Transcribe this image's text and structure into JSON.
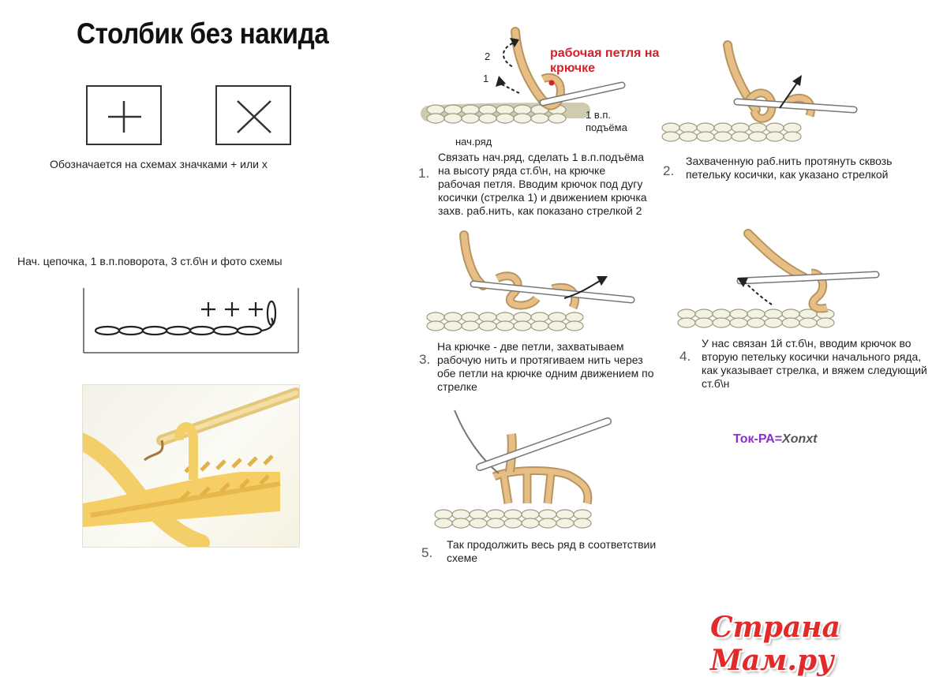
{
  "title": "Столбик без накида",
  "symbols_caption": "Обозначается на  схемах значками + или х",
  "scheme_caption": "Нач. цепочка, 1 в.п.поворота, 3 ст.б\\н и фото схемы",
  "step1": {
    "num": "1.",
    "text": "Связать нач.ряд, сделать 1 в.п.подъёма на высоту ряда ст.б\\н, на крючке рабочая петля. Вводим крючок под дугу косички (стрелка 1) и движением крючка захв. раб.нить, как показано стрелкой 2",
    "label_loop": "рабочая петля на крючке",
    "label_lift": "1 в.п. подъёма",
    "label_row": "нач.ряд",
    "arrow1": "1",
    "arrow2": "2"
  },
  "step2": {
    "num": "2.",
    "text": "Захваченную раб.нить протянуть сквозь петельку косички, как указано стрелкой"
  },
  "step3": {
    "num": "3.",
    "text": "На крючке - две петли, захватываем рабочую нить и протягиваем нить через обе петли на крючке одним движением по стрелке"
  },
  "step4": {
    "num": "4.",
    "text": "У нас связан 1й ст.б\\н, вводим крючок во вторую петельку косички начального ряда, как указывает стрелка, и вяжем следующий ст.б\\н"
  },
  "step5": {
    "num": "5.",
    "text": "Так продолжить весь ряд в соответствии схеме"
  },
  "credit": {
    "name": "Ток-РА",
    "sep": "=",
    "handle": "Xonxt"
  },
  "watermark": "Страна Мам.ру",
  "colors": {
    "yarn": "#e7bf86",
    "chain": "#e9e6cf",
    "hook": "#ffffff",
    "accent_red": "#d2232a",
    "credit": "#8b2fc9"
  }
}
